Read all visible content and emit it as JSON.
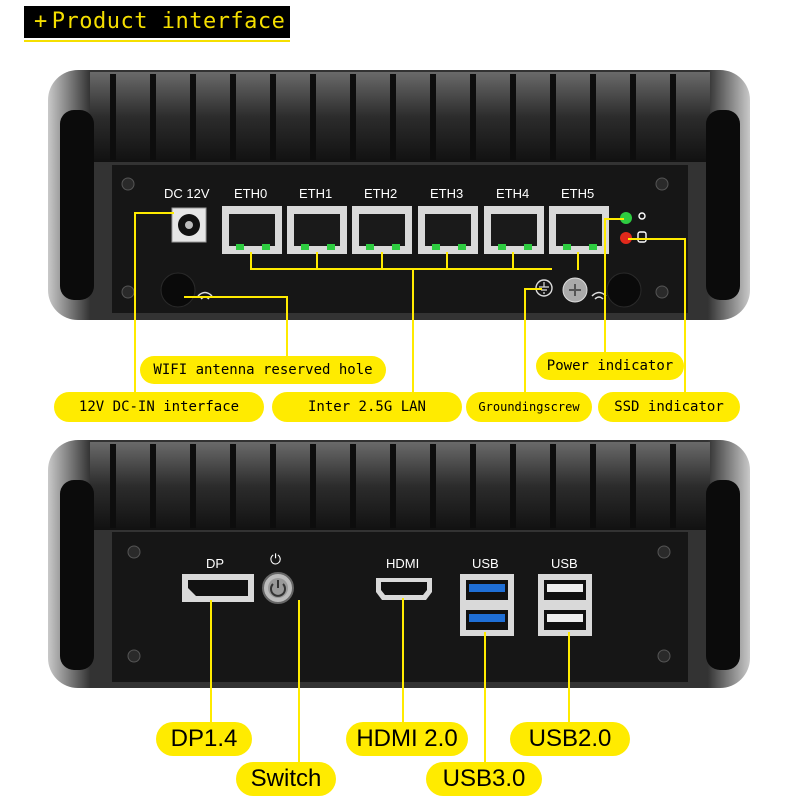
{
  "header": {
    "plus": "+",
    "title": "Product interface"
  },
  "top_panel": {
    "port_labels": [
      "DC 12V",
      "ETH0",
      "ETH1",
      "ETH2",
      "ETH3",
      "ETH4",
      "ETH5"
    ],
    "callouts": {
      "wifi": "WIFI antenna reserved hole",
      "power": "Power indicator",
      "dc_in": "12V DC-IN interface",
      "lan": "Inter 2.5G LAN",
      "ground": "Groundingscrew",
      "ssd": "SSD indicator"
    }
  },
  "bottom_panel": {
    "port_labels": {
      "dp": "DP",
      "hdmi": "HDMI",
      "usb_a": "USB",
      "usb_b": "USB"
    },
    "callouts": {
      "dp": "DP1.4",
      "hdmi": "HDMI 2.0",
      "usb2": "USB2.0",
      "switch": "Switch",
      "usb3": "USB3.0"
    }
  },
  "colors": {
    "accent": "#ffeb00",
    "chassis": "#141414",
    "usb3_blue": "#1f6fd6",
    "led_green": "#2ecc40",
    "led_red": "#e0291b"
  },
  "icons": [
    "wifi-icon",
    "power-icon",
    "ground-icon",
    "bulb-icon",
    "ssd-icon"
  ]
}
